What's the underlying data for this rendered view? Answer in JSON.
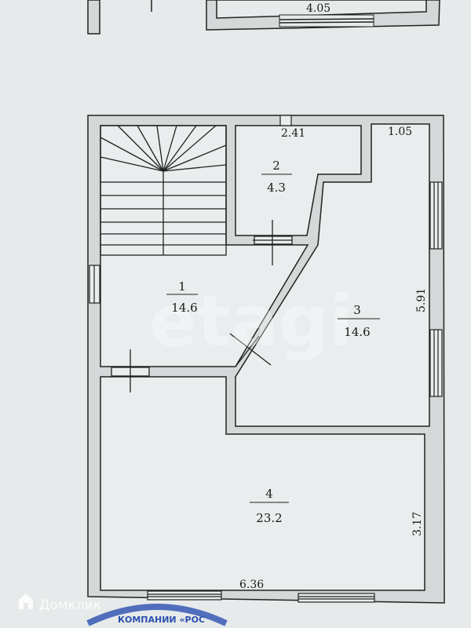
{
  "rooms": [
    {
      "number": "1",
      "area": "14.6"
    },
    {
      "number": "2",
      "area": "4.3"
    },
    {
      "number": "3",
      "area": "14.6"
    },
    {
      "number": "4",
      "area": "23.2"
    }
  ],
  "dimensions": {
    "top_upper": "4.05",
    "room2_width": "2.41",
    "room3_top": "1.05",
    "room3_height": "5.91",
    "room4_height": "3.17",
    "bottom_width": "6.36"
  },
  "watermarks": {
    "center": "etagi",
    "logo": "Домклик"
  },
  "stamp": {
    "text": "КОМПАНИИ «РОС"
  },
  "colors": {
    "wall_fill": "#d4d8d8",
    "paper": "#e6eaea",
    "stamp": "#2a4fb0"
  }
}
